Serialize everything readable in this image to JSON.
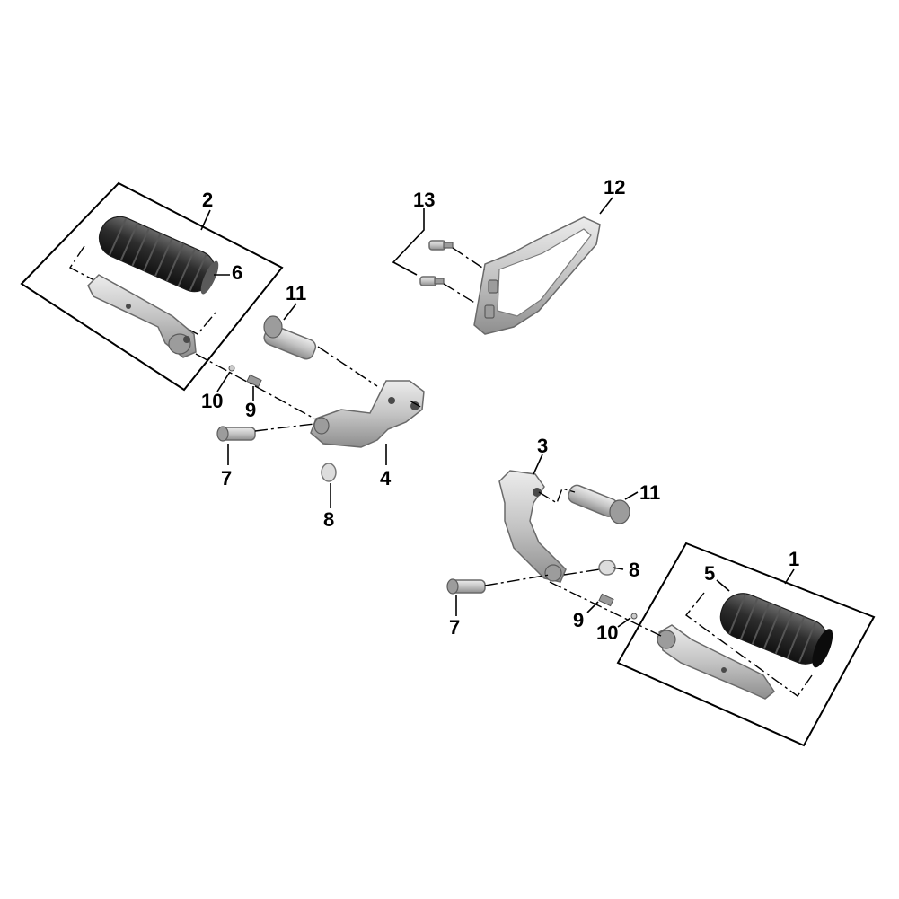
{
  "diagram": {
    "callouts": {
      "c1": "1",
      "c2": "2",
      "c3": "3",
      "c4": "4",
      "c5": "5",
      "c6": "6",
      "c7_left": "7",
      "c7_right": "7",
      "c8_left": "8",
      "c8_right": "8",
      "c9_left": "9",
      "c9_right": "9",
      "c10_left": "10",
      "c10_right": "10",
      "c11_left": "11",
      "c11_right": "11",
      "c12": "12",
      "c13": "13"
    }
  }
}
